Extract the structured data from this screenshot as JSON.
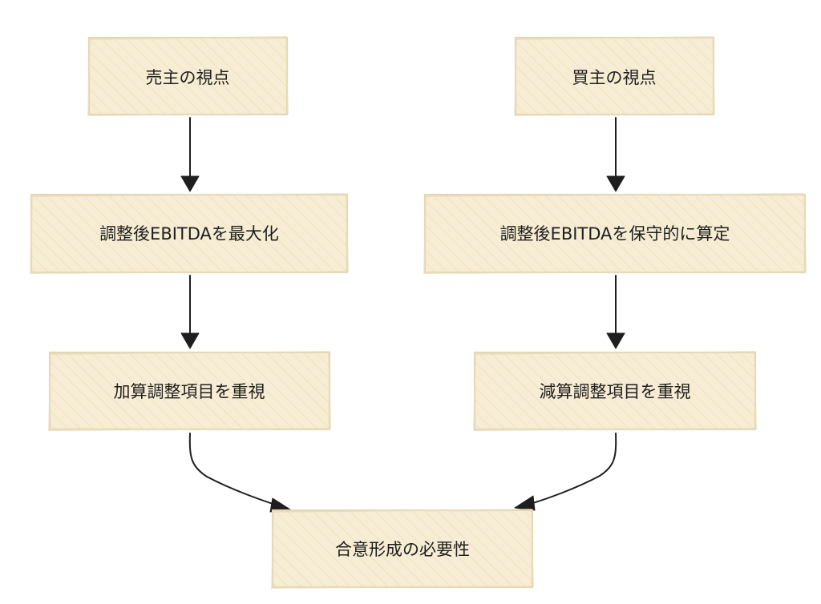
{
  "diagram": {
    "nodes": {
      "seller_view": {
        "label": "売主の視点"
      },
      "buyer_view": {
        "label": "買主の視点"
      },
      "seller_maximize": {
        "label": "調整後EBITDAを最大化"
      },
      "buyer_conservative": {
        "label": "調整後EBITDAを保守的に算定"
      },
      "seller_additions": {
        "label": "加算調整項目を重視"
      },
      "buyer_deductions": {
        "label": "減算調整項目を重視"
      },
      "consensus": {
        "label": "合意形成の必要性"
      }
    },
    "edges": [
      {
        "from": "seller_view",
        "to": "seller_maximize"
      },
      {
        "from": "seller_maximize",
        "to": "seller_additions"
      },
      {
        "from": "seller_additions",
        "to": "consensus"
      },
      {
        "from": "buyer_view",
        "to": "buyer_conservative"
      },
      {
        "from": "buyer_conservative",
        "to": "buyer_deductions"
      },
      {
        "from": "buyer_deductions",
        "to": "consensus"
      }
    ],
    "colors": {
      "node_fill": "#f7edd4",
      "node_hatch": "#eadcb6",
      "node_stroke": "#e4d7b4",
      "edge": "#1e1e1e",
      "text": "#1e1e1e"
    }
  }
}
